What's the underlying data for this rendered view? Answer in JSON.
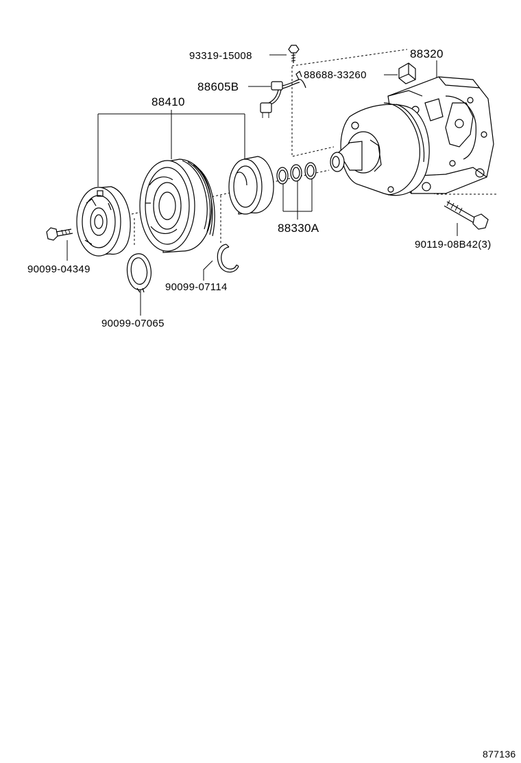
{
  "parts": {
    "p93319": "93319-15008",
    "p88605B": "88605B",
    "p88688": "88688-33260",
    "p88320": "88320",
    "p88410": "88410",
    "p88330A": "88330A",
    "p90099_04349": "90099-04349",
    "p90099_07114": "90099-07114",
    "p90099_07065": "90099-07065",
    "p90119": "90119-08B42(3)"
  },
  "figure_number": "877136"
}
